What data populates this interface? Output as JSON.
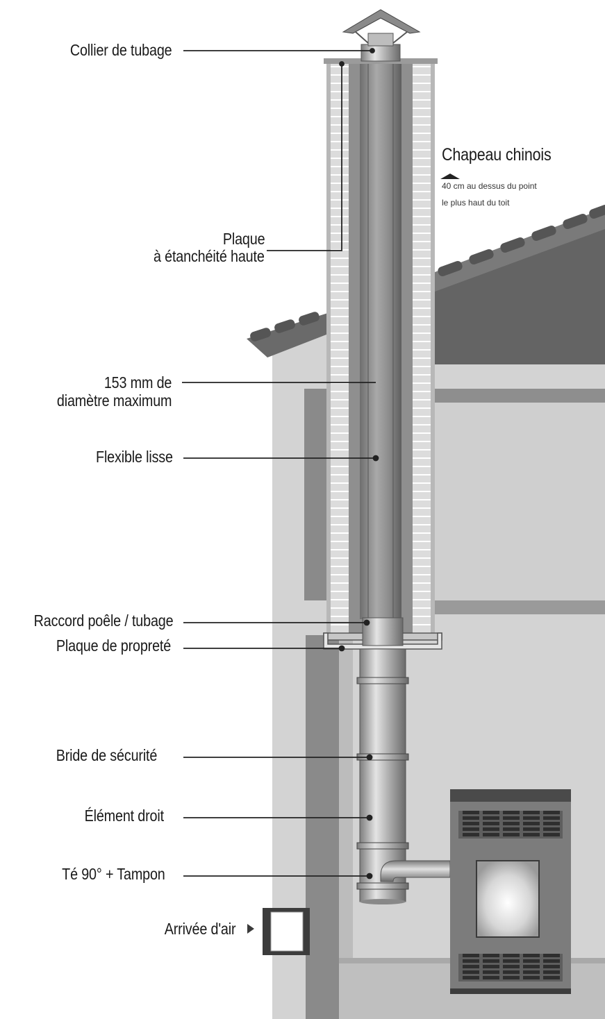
{
  "labels": {
    "collier": "Collier de tubage",
    "plaque_haute_1": "Plaque",
    "plaque_haute_2": "à étanchéité haute",
    "diametre_1": "153 mm de",
    "diametre_2": "diamètre maximum",
    "flexible": "Flexible lisse",
    "raccord": "Raccord poêle / tubage",
    "proprete": "Plaque de propreté",
    "bride": "Bride de sécurité",
    "element": "Élément droit",
    "te": "Té 90° + Tampon",
    "arrivee_air": "Arrivée d'air"
  },
  "chapeau": {
    "title": "Chapeau chinois",
    "note_1": "40 cm au dessus du point",
    "note_2": "le plus haut du toit"
  },
  "colors": {
    "wall": "#d2d2d2",
    "roof": "#5a5a5a",
    "pipe": "#9a9a9a",
    "brick": "#b9b9b9",
    "line": "#222222"
  }
}
